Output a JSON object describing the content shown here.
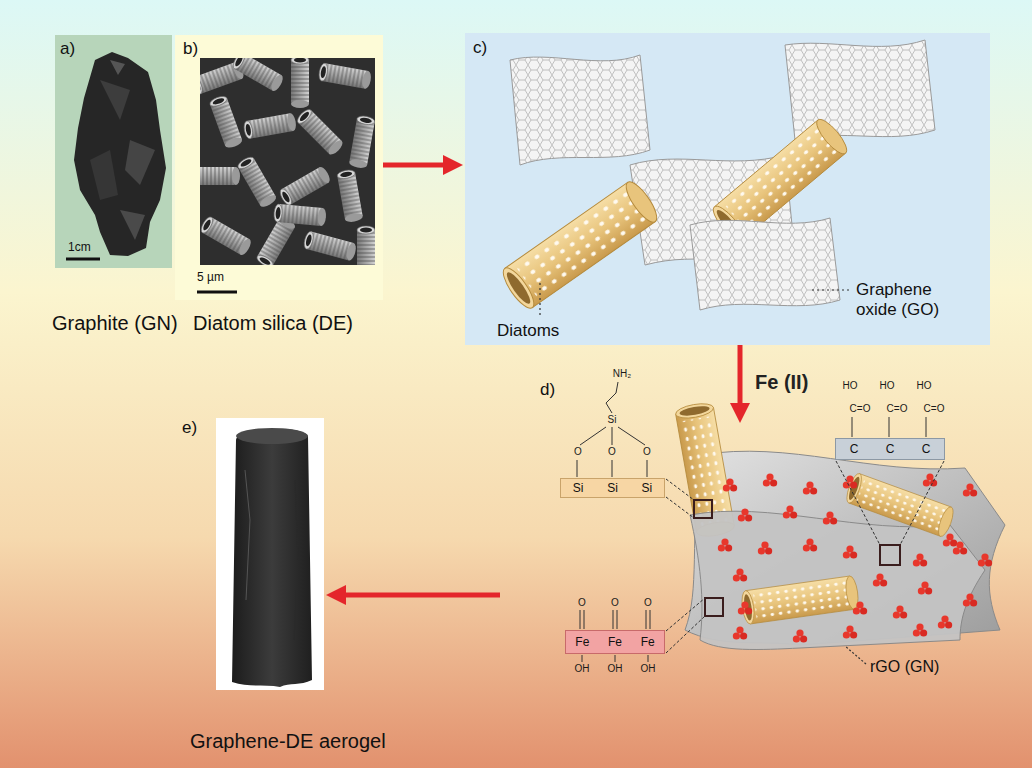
{
  "diagram": {
    "nodes": [
      {
        "text": [
          "a)",
          "1cm",
          "Graphite (GN)"
        ]
      },
      {
        "text": [
          "b)",
          "5 µm",
          "Diatom silica (DE)"
        ]
      },
      {
        "text": [
          "c)",
          "Diatoms",
          "Graphene oxide (GO)"
        ]
      },
      {
        "text": [
          "d)",
          "rGO (GN)"
        ]
      },
      {
        "text": [
          "e)",
          "Graphene-DE aerogel"
        ]
      },
      {
        "text": [
          "Si",
          "Si",
          "Si"
        ],
        "in": 3
      },
      {
        "text": [
          "C",
          "C",
          "C"
        ],
        "in": 3
      },
      {
        "text": [
          "Fe",
          "Fe",
          "Fe"
        ],
        "in": 3
      }
    ],
    "edges": [
      {
        "from": 1,
        "to": 2,
        "arrow": "to"
      },
      {
        "from": 2,
        "to": 3,
        "arrow": "to",
        "label": "Fe (II)"
      },
      {
        "from": 3,
        "to": 4,
        "arrow": "to"
      }
    ],
    "labels": [
      "NH₂",
      "Si",
      "O",
      "O",
      "O",
      "HO",
      "HO",
      "HO",
      "C=O",
      "C=O",
      "C=O",
      "O",
      "O",
      "O",
      "OH",
      "OH",
      "OH"
    ]
  }
}
